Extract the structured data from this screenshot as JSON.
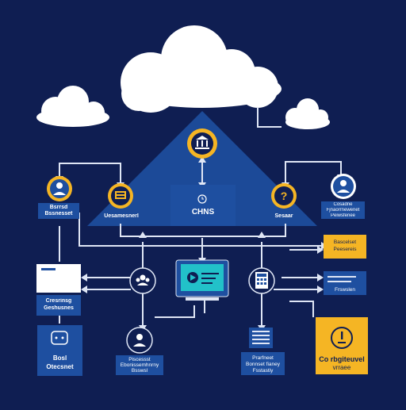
{
  "colors": {
    "background": "#0f1e52",
    "panel": "#1e4fa0",
    "accent": "#f5b524",
    "line": "#dfe6f5",
    "cloud": "#ffffff",
    "screen": "#22c1c9"
  },
  "icons": {
    "bank": "bank-icon",
    "help": "question-icon",
    "user": "user-icon",
    "chat": "chat-icon",
    "alert": "alert-icon",
    "calc": "calculator-icon",
    "doc": "document-icon",
    "monitor": "monitor-icon"
  },
  "labels": {
    "center": "CHNS",
    "left_top": [
      "Bsrrsd",
      "Bssnesset"
    ],
    "left_mid": "Uesamesnerl",
    "right_mid": "Sesaar",
    "right_top": [
      "Cosadne",
      "Fjnaorrnewenet",
      "Peiwsfenee"
    ],
    "left_doc": [
      "Cresrinsg",
      "Geshusnes"
    ],
    "left_bottom": [
      "Bosl",
      "Otecsnet"
    ],
    "bottom_left": [
      "Piscessst",
      "Ebonissemhnrny",
      "Bsswsl"
    ],
    "bottom_right": [
      "Prarfneet",
      "Bonnset fianey",
      "Fsstastiy"
    ],
    "yellow_box": [
      "Bascelset",
      "Peesereis"
    ],
    "right_list": "Frswslen",
    "big_yellow": [
      "Co rbgiteuvel",
      "vrraee"
    ]
  }
}
